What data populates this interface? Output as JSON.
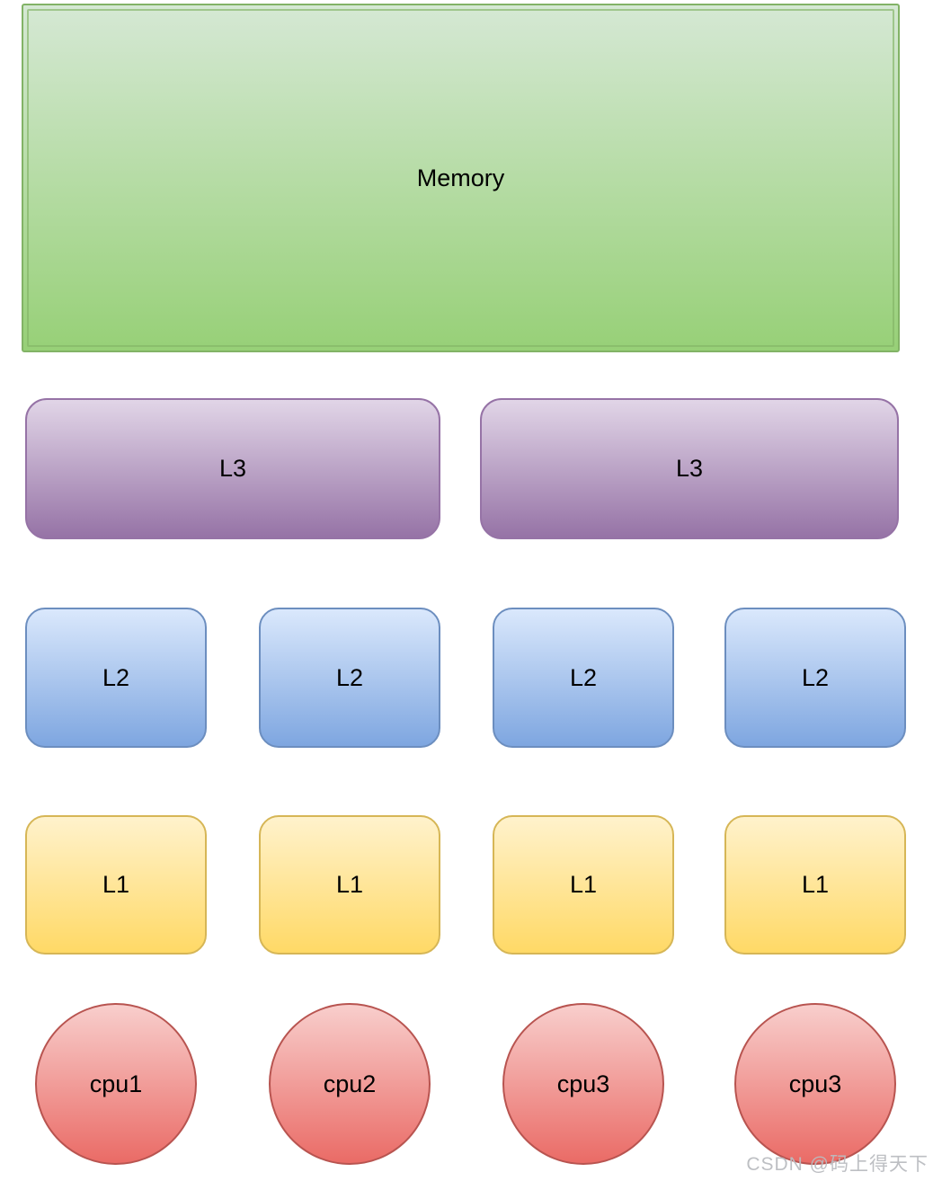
{
  "diagram": {
    "memory": {
      "label": "Memory"
    },
    "l3": {
      "labels": [
        "L3",
        "L3"
      ]
    },
    "l2": {
      "labels": [
        "L2",
        "L2",
        "L2",
        "L2"
      ]
    },
    "l1": {
      "labels": [
        "L1",
        "L1",
        "L1",
        "L1"
      ]
    },
    "cpus": {
      "labels": [
        "cpu1",
        "cpu2",
        "cpu3",
        "cpu3"
      ]
    },
    "colors": {
      "memory_fill_top": "#d5e8d4",
      "memory_fill_bottom": "#97d077",
      "memory_stroke": "#82b366",
      "l3_fill_top": "#e1d5e7",
      "l3_fill_bottom": "#9673a6",
      "l3_stroke": "#9673a6",
      "l2_fill_top": "#dae8fc",
      "l2_fill_bottom": "#7ea6e0",
      "l2_stroke": "#6c8ebf",
      "l1_fill_top": "#fff2cc",
      "l1_fill_bottom": "#ffd966",
      "l1_stroke": "#d6b656",
      "cpu_fill_top": "#f8cecc",
      "cpu_fill_bottom": "#ea6b66",
      "cpu_stroke": "#b85450",
      "label_text": "#000000"
    }
  },
  "watermark": {
    "text": "CSDN @码上得天下"
  }
}
